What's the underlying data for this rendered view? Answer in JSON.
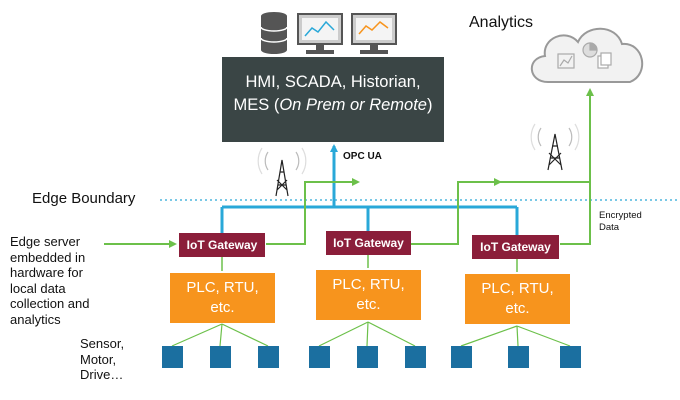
{
  "analytics": {
    "label": "Analytics"
  },
  "hmi": {
    "line1": "HMI, SCADA, Historian,",
    "line2_prefix": "MES (",
    "line2_italic": "On Prem or Remote",
    "line2_suffix": ")"
  },
  "labels": {
    "opcua": "OPC UA",
    "edge_boundary": "Edge Boundary",
    "encrypted_1": "Encrypted",
    "encrypted_2": "Data",
    "edge_server": [
      "Edge server",
      "embedded in",
      "hardware for",
      "local data",
      "collection and",
      "analytics"
    ],
    "sensors": [
      "Sensor,",
      "Motor,",
      "Drive…"
    ]
  },
  "gateways": [
    {
      "label": "IoT Gateway"
    },
    {
      "label": "IoT Gateway"
    },
    {
      "label": "IoT Gateway"
    }
  ],
  "plcs": [
    {
      "line1": "PLC, RTU,",
      "line2": "etc."
    },
    {
      "line1": "PLC, RTU,",
      "line2": "etc."
    },
    {
      "line1": "PLC, RTU,",
      "line2": "etc."
    }
  ],
  "colors": {
    "gateway": "#8b1e3a",
    "plc": "#f7941d",
    "cloud_link": "#6cc04a",
    "opc_link": "#29a8d8",
    "hmi": "#3a4545",
    "device": "#1b6fa0"
  }
}
